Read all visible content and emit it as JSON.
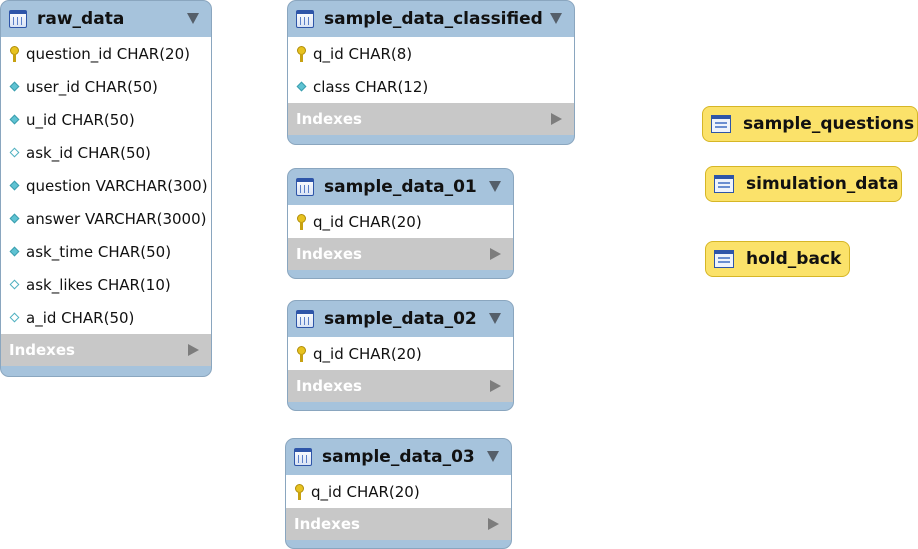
{
  "tables": {
    "raw_data": {
      "name": "raw_data",
      "columns": [
        {
          "text": "question_id CHAR(20)",
          "icon": "key"
        },
        {
          "text": "user_id CHAR(50)",
          "icon": "diamond-filled"
        },
        {
          "text": "u_id CHAR(50)",
          "icon": "diamond-filled"
        },
        {
          "text": "ask_id CHAR(50)",
          "icon": "diamond-open"
        },
        {
          "text": "question VARCHAR(300)",
          "icon": "diamond-filled"
        },
        {
          "text": "answer VARCHAR(3000)",
          "icon": "diamond-filled"
        },
        {
          "text": "ask_time CHAR(50)",
          "icon": "diamond-filled"
        },
        {
          "text": "ask_likes CHAR(10)",
          "icon": "diamond-open"
        },
        {
          "text": "a_id CHAR(50)",
          "icon": "diamond-open"
        }
      ],
      "indexes_label": "Indexes"
    },
    "sample_data_classified": {
      "name": "sample_data_classified",
      "columns": [
        {
          "text": "q_id CHAR(8)",
          "icon": "key"
        },
        {
          "text": "class CHAR(12)",
          "icon": "diamond-filled"
        }
      ],
      "indexes_label": "Indexes"
    },
    "sample_data_01": {
      "name": "sample_data_01",
      "columns": [
        {
          "text": "q_id CHAR(20)",
          "icon": "key"
        }
      ],
      "indexes_label": "Indexes"
    },
    "sample_data_02": {
      "name": "sample_data_02",
      "columns": [
        {
          "text": "q_id CHAR(20)",
          "icon": "key"
        }
      ],
      "indexes_label": "Indexes"
    },
    "sample_data_03": {
      "name": "sample_data_03",
      "columns": [
        {
          "text": "q_id CHAR(20)",
          "icon": "key"
        }
      ],
      "indexes_label": "Indexes"
    }
  },
  "views": {
    "sample_questions": "sample_questions",
    "simulation_data": "simulation_data",
    "hold_back": "hold_back"
  },
  "colors": {
    "table_header": "#a6c3dc",
    "view_fill": "#fbe26a",
    "indexes_bar": "#c8c8c8",
    "key_icon": "#e7c220",
    "diamond_icon": "#5fc3d3"
  }
}
